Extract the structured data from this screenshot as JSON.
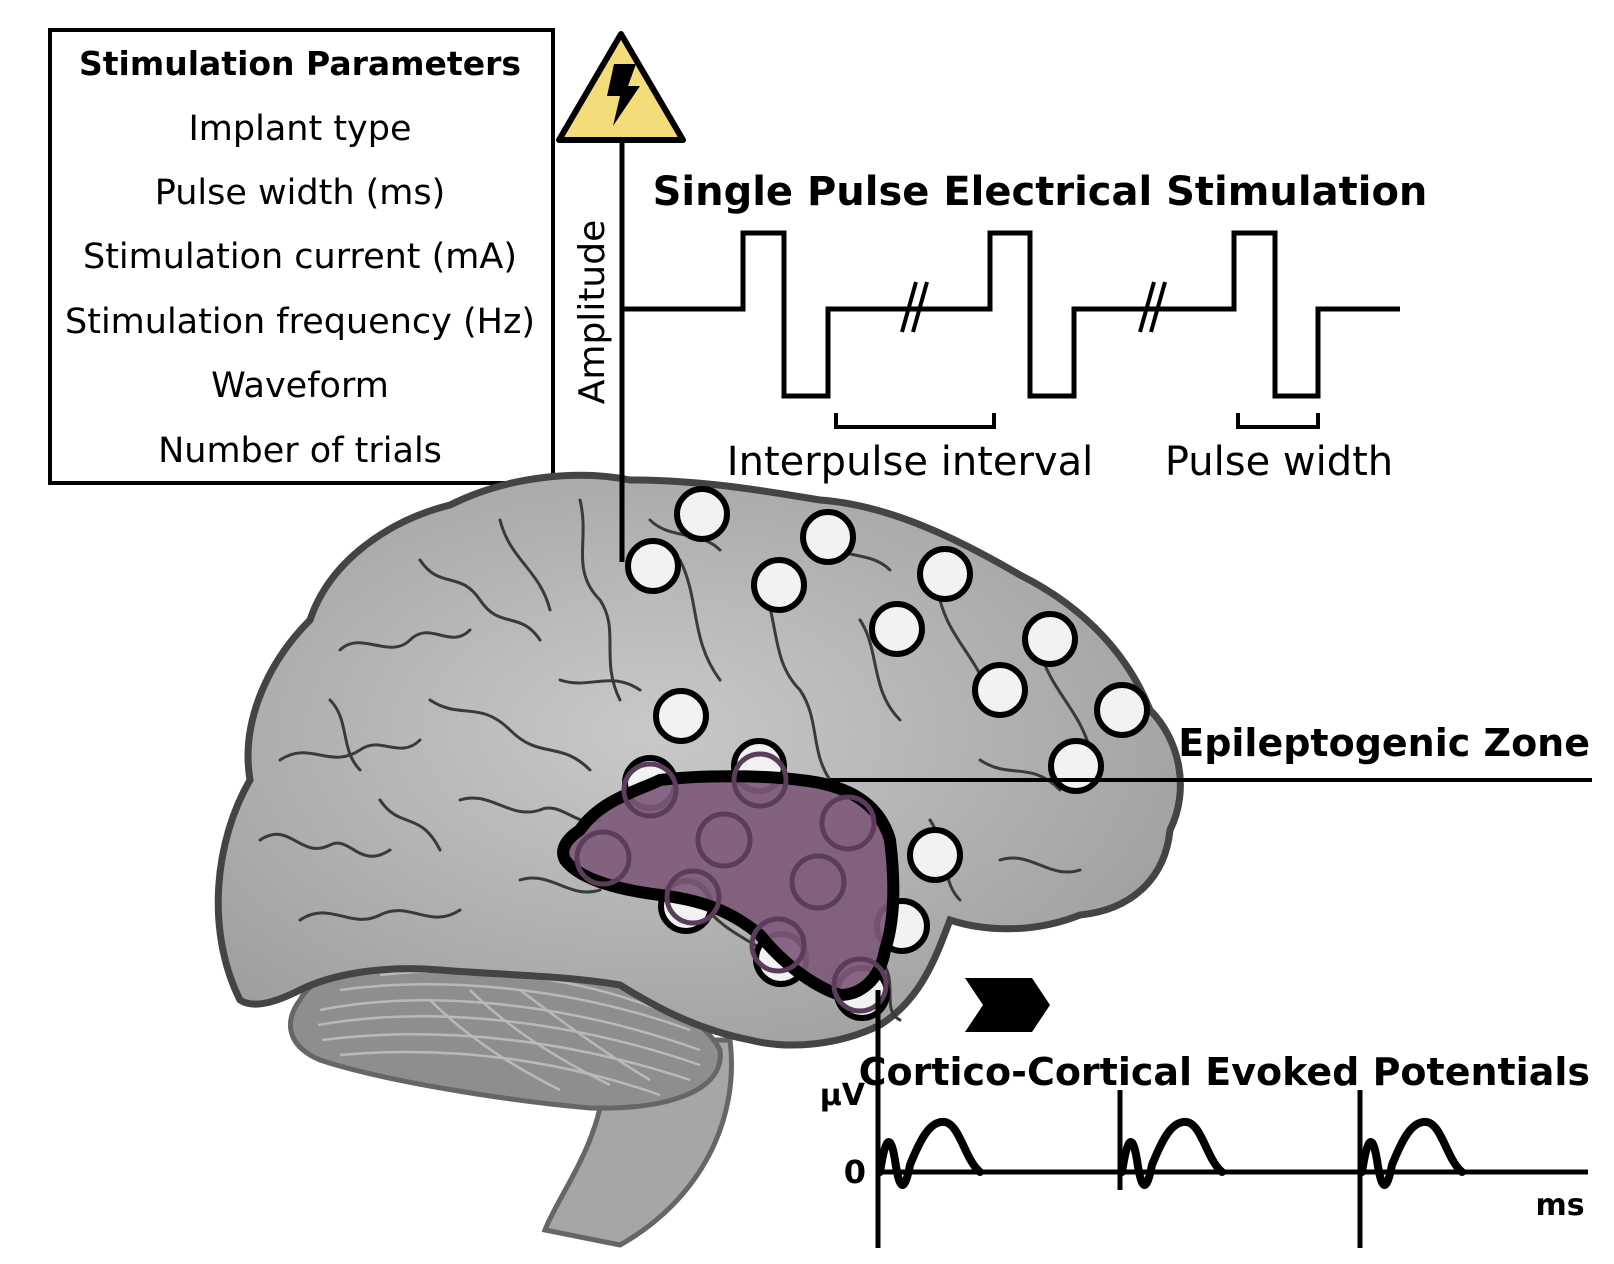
{
  "parameters_box": {
    "title": "Stimulation Parameters",
    "items": [
      "Implant type",
      "Pulse width (ms)",
      "Stimulation current (mA)",
      "Stimulation frequency (Hz)",
      "Waveform",
      "Number of trials"
    ]
  },
  "stimulation": {
    "title": "Single Pulse Electrical Stimulation",
    "amplitude_label": "Amplitude",
    "interpulse_label": "Interpulse interval",
    "pulse_width_label": "Pulse width"
  },
  "brain": {
    "zone_label": "Epileptogenic Zone"
  },
  "ccep": {
    "title": "Cortico-Cortical Evoked Potentials",
    "y_unit": "μV",
    "zero_label": "0",
    "x_unit": "ms"
  },
  "icons": {
    "warning": "high-voltage-warning-icon",
    "arrows": "chevron-right-icon"
  },
  "colors": {
    "warning_fill": "#f4dc7a",
    "zone_fill": "#7d5a7a",
    "brain_fill": "#b8b8b8",
    "cerebellum_fill": "#8e8e8e",
    "electrode_fill": "#f2f2f2"
  }
}
